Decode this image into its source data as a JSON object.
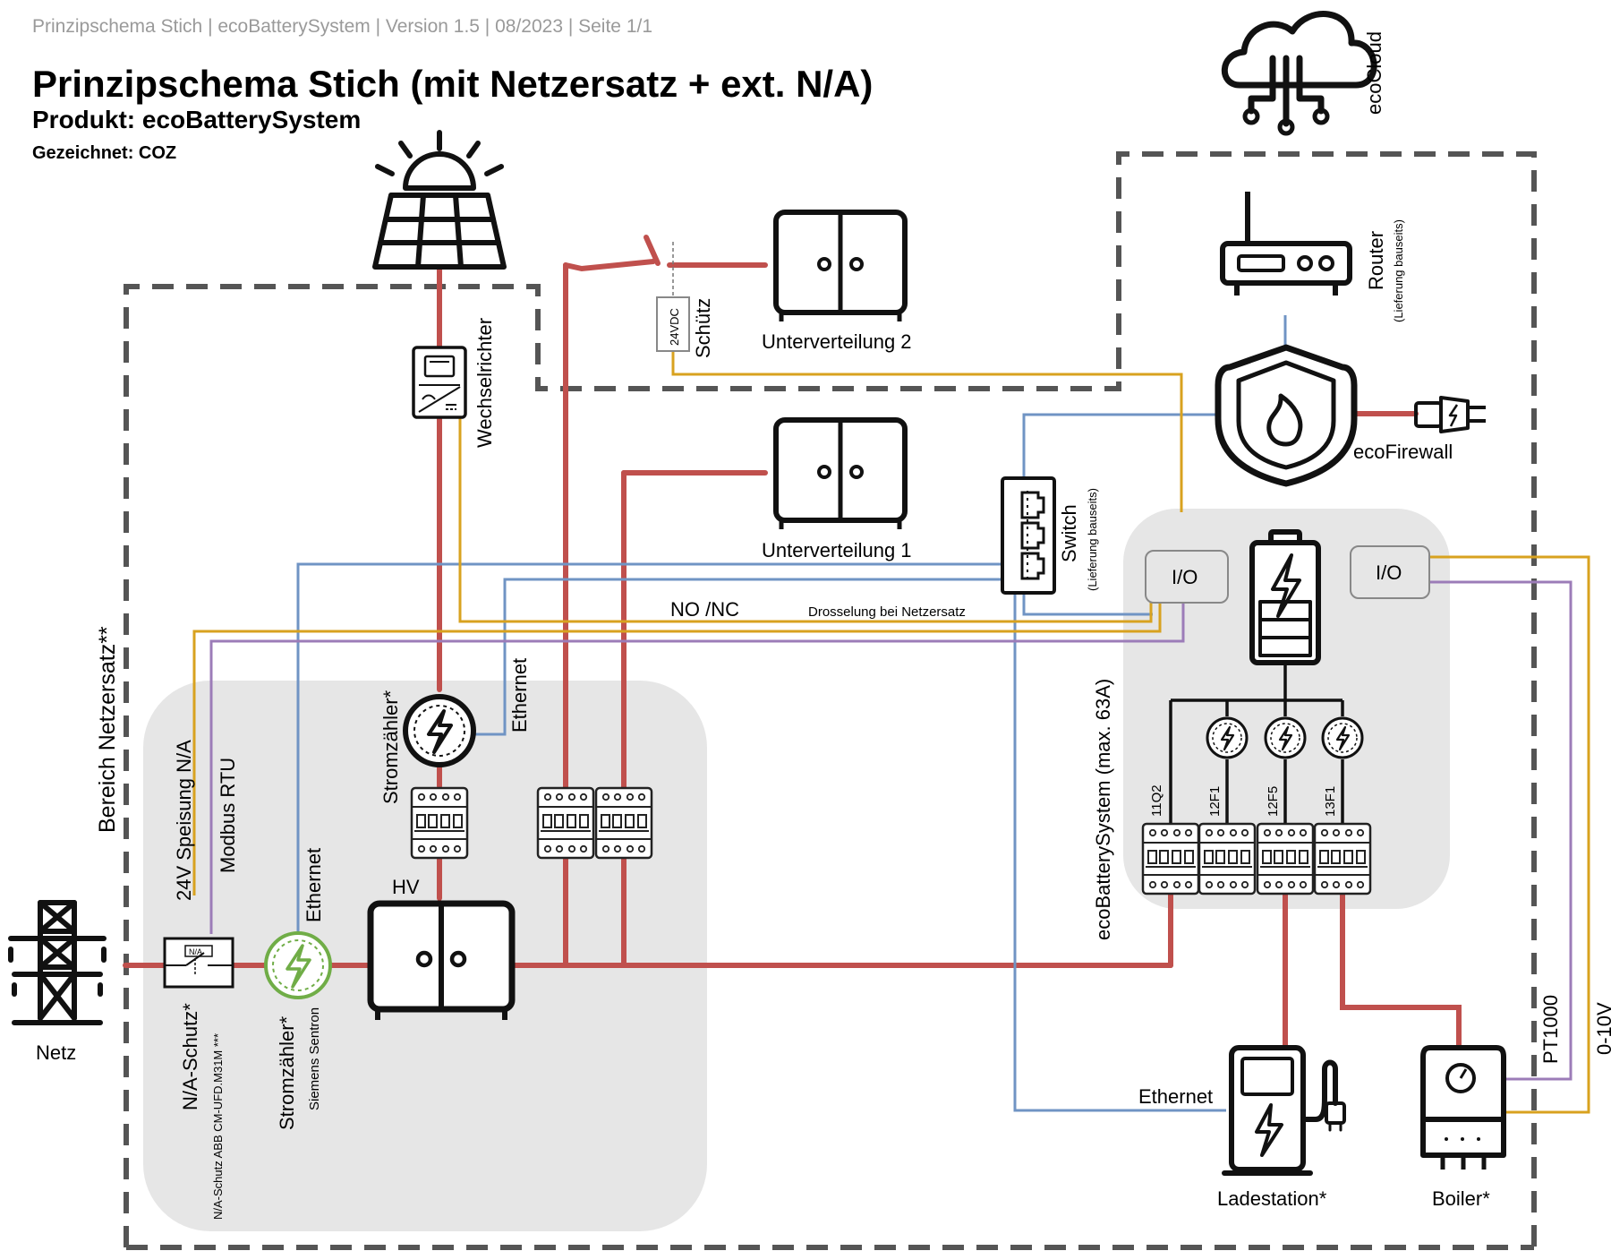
{
  "header": {
    "doc_info": "Prinzipschema Stich | ecoBatterySystem | Version 1.5 | 08/2023 | Seite 1/1",
    "title": "Prinzipschema Stich (mit Netzersatz + ext. N/A)",
    "product": "Produkt: ecoBatterySystem",
    "author": "Gezeichnet: COZ"
  },
  "labels": {
    "ecocloud": "ecoCloud",
    "router": "Router",
    "router_note": "(Lieferung bauseits)",
    "ecofirewall": "ecoFirewall",
    "switch": "Switch",
    "switch_note": "(Lieferung bauseits)",
    "wechselrichter": "Wechselrichter",
    "schuetz": "Schütz",
    "schuetz_voltage": "24VDC",
    "uv2": "Unterverteilung 2",
    "uv1": "Unterverteilung 1",
    "io_left": "I/O",
    "io_right": "I/O",
    "no_nc": "NO /NC",
    "drosselung": "Drosselung bei Netzersatz",
    "bereich": "Bereich Netzersatz**",
    "speisung": "24V Speisung N/A",
    "modbus": "Modbus RTU",
    "ethernet_meter": "Ethernet",
    "ethernet_main": "Ethernet",
    "ethernet_charger": "Ethernet",
    "stromzaehler_pv": "Stromzähler*",
    "stromzaehler_main": "Stromzähler*",
    "stromzaehler_note": "Siemens Sentron",
    "hv": "HV",
    "netz": "Netz",
    "na_schutz": "N/A-Schutz*",
    "na_schutz_note": "N/A-Schutz ABB CM-UFD.M31M ***",
    "na_box": "N/A",
    "ecobattery": "ecoBatterySystem (max. 63A)",
    "ladestation": "Ladestation*",
    "boiler": "Boiler*",
    "pt1000": "PT1000",
    "v010": "0-10V",
    "breakers": [
      "11Q2",
      "12F1",
      "12F5",
      "13F1"
    ]
  },
  "colors": {
    "power": "#c0504d",
    "ethernet": "#7094c4",
    "control": "#d8a21f",
    "modbus": "#9c7cb8",
    "meter_green": "#70ad47",
    "zone_fill": "#e6e6e6",
    "dashed": "#555555"
  }
}
